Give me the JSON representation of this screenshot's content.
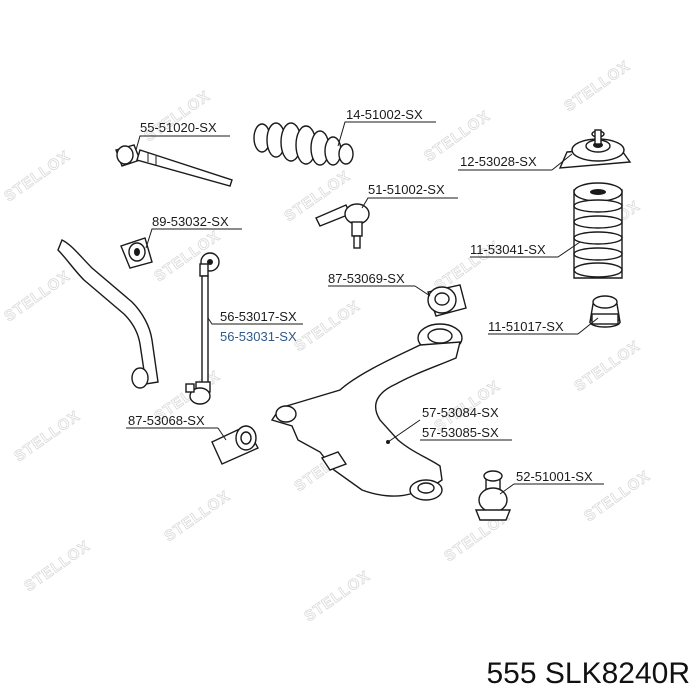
{
  "watermark": {
    "text": "STELLOX"
  },
  "labels": [
    {
      "id": "l1",
      "text": "55-51020-SX",
      "highlight": false
    },
    {
      "id": "l2",
      "text": "14-51002-SX",
      "highlight": false
    },
    {
      "id": "l3",
      "text": "12-53028-SX",
      "highlight": false
    },
    {
      "id": "l4",
      "text": "51-51002-SX",
      "highlight": false
    },
    {
      "id": "l5",
      "text": "89-53032-SX",
      "highlight": false
    },
    {
      "id": "l6",
      "text": "11-53041-SX",
      "highlight": false
    },
    {
      "id": "l7",
      "text": "87-53069-SX",
      "highlight": false
    },
    {
      "id": "l8",
      "text": "56-53017-SX",
      "highlight": false
    },
    {
      "id": "l9",
      "text": "56-53031-SX",
      "highlight": true
    },
    {
      "id": "l10",
      "text": "11-51017-SX",
      "highlight": false
    },
    {
      "id": "l11",
      "text": "87-53068-SX",
      "highlight": false
    },
    {
      "id": "l12",
      "text": "57-53084-SX",
      "highlight": false
    },
    {
      "id": "l13",
      "text": "57-53085-SX",
      "highlight": false
    },
    {
      "id": "l14",
      "text": "52-51001-SX",
      "highlight": false
    }
  ],
  "footer": {
    "text": "555  SLK8240R"
  },
  "colors": {
    "ink": "#1a1a1a",
    "highlight": "#2f5b8a",
    "watermark": "#d9d9d9",
    "background": "#ffffff"
  }
}
